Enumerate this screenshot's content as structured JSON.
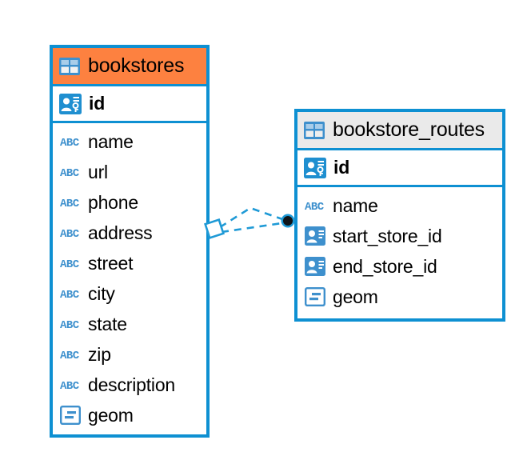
{
  "diagram": {
    "type": "entity-relationship-diagram",
    "background_color": "#ffffff",
    "accent_blue": "#0e90d2",
    "highlight_orange": "#fd8140",
    "header_gray": "#eaeaea"
  },
  "entities": [
    {
      "name": "bookstores",
      "header_style": "highlighted",
      "primary_key": {
        "label": "id",
        "icon": "id-key-icon",
        "type": "primary-key"
      },
      "fields": [
        {
          "label": "name",
          "icon": "abc-text-icon",
          "type": "text"
        },
        {
          "label": "url",
          "icon": "abc-text-icon",
          "type": "text"
        },
        {
          "label": "phone",
          "icon": "abc-text-icon",
          "type": "text"
        },
        {
          "label": "address",
          "icon": "abc-text-icon",
          "type": "text"
        },
        {
          "label": "street",
          "icon": "abc-text-icon",
          "type": "text"
        },
        {
          "label": "city",
          "icon": "abc-text-icon",
          "type": "text"
        },
        {
          "label": "state",
          "icon": "abc-text-icon",
          "type": "text"
        },
        {
          "label": "zip",
          "icon": "abc-text-icon",
          "type": "text"
        },
        {
          "label": "description",
          "icon": "abc-text-icon",
          "type": "text"
        },
        {
          "label": "geom",
          "icon": "geometry-icon",
          "type": "geometry"
        }
      ]
    },
    {
      "name": "bookstore_routes",
      "header_style": "plain",
      "primary_key": {
        "label": "id",
        "icon": "id-key-icon",
        "type": "primary-key"
      },
      "fields": [
        {
          "label": "name",
          "icon": "abc-text-icon",
          "type": "text"
        },
        {
          "label": "start_store_id",
          "icon": "id-card-icon",
          "type": "foreign-key"
        },
        {
          "label": "end_store_id",
          "icon": "id-card-icon",
          "type": "foreign-key"
        },
        {
          "label": "geom",
          "icon": "geometry-icon",
          "type": "geometry"
        }
      ]
    }
  ],
  "relationship": {
    "from_entity": "bookstores",
    "to_entity": "bookstore_routes",
    "line_style": "dashed",
    "source_marker": "diamond-outline",
    "target_marker": "filled-circle",
    "color": "#0e90d2"
  }
}
